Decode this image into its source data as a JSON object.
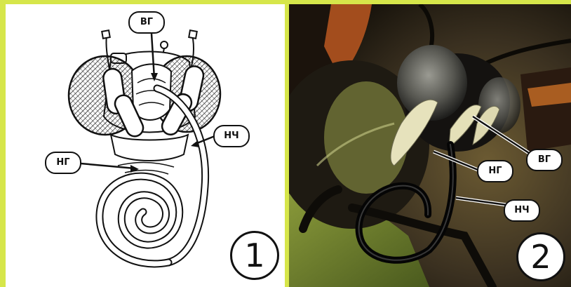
{
  "figure": {
    "background_color": "#d6e64a",
    "panels": [
      {
        "id": "drawing",
        "number": "1",
        "labels": {
          "upper_jaw": "ВГ",
          "proboscis": "НЧ",
          "lower_jaw": "НГ"
        }
      },
      {
        "id": "photo",
        "number": "2",
        "labels": {
          "lower_jaw": "НГ",
          "upper_jaw": "ВГ",
          "proboscis": "НЧ"
        }
      }
    ]
  }
}
